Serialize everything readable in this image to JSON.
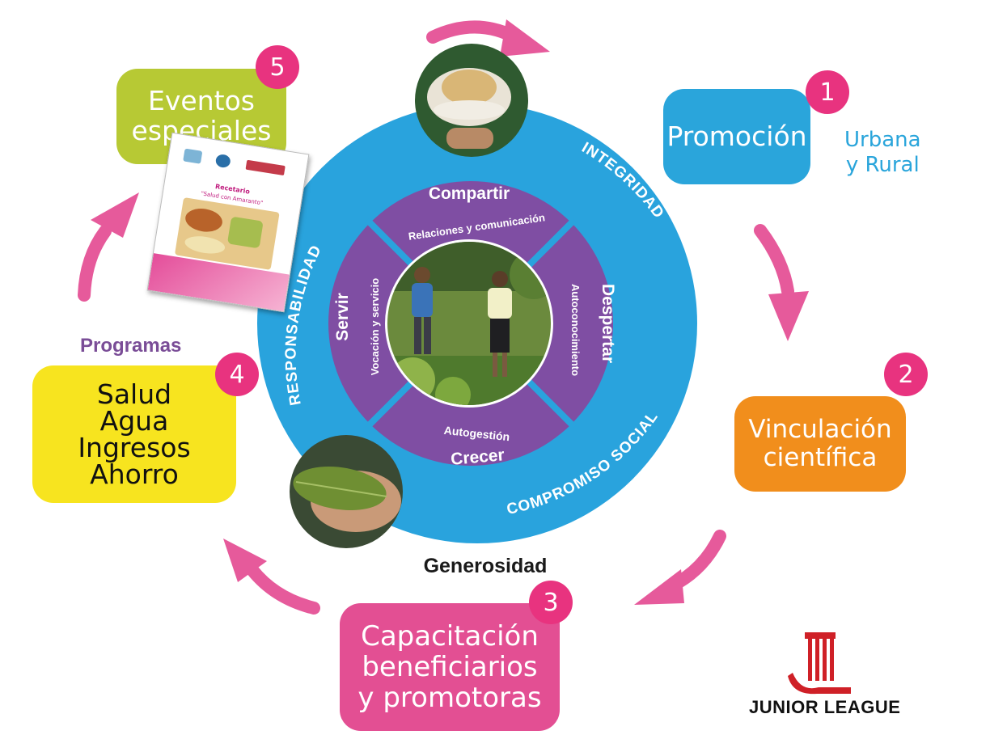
{
  "steps": [
    {
      "number": "1",
      "lines": [
        "Promoción"
      ],
      "color": "#2aa5db"
    },
    {
      "number": "2",
      "lines": [
        "Vinculación",
        "científica"
      ],
      "color": "#f18e1c"
    },
    {
      "number": "3",
      "lines": [
        "Capacitación",
        "beneficiarios",
        "y promotoras"
      ],
      "color": "#e34f93"
    },
    {
      "number": "4",
      "lines": [
        "Salud",
        "Agua",
        "Ingresos",
        "Ahorro"
      ],
      "color": "#f7e41f"
    },
    {
      "number": "5",
      "lines": [
        "Eventos",
        "especiales"
      ],
      "color": "#b7c934"
    }
  ],
  "promocion_note": [
    "Urbana",
    "y Rural"
  ],
  "programas_label": "Programas",
  "center": {
    "top": {
      "title": "Compartir",
      "subtitle": "Relaciones y comunicación"
    },
    "right": {
      "title": "Despertar",
      "subtitle": "Autoconocimiento"
    },
    "bottom": {
      "title": "Crecer",
      "subtitle": "Autogestión"
    },
    "left": {
      "title": "Servir",
      "subtitle": "Vocación y servicio"
    }
  },
  "ring_values": {
    "integridad": "INTEGRIDAD",
    "compromiso": "COMPROMISO SOCIAL",
    "responsabilidad": "RESPONSABILIDAD"
  },
  "generosidad": "Generosidad",
  "booklet": {
    "title": "Recetario",
    "subtitle": "\"Salud con Amaranto\""
  },
  "logo": {
    "name": "JUNIOR LEAGUE",
    "mark": "JL"
  },
  "colors": {
    "ring": "#29a3dd",
    "segment": "#7f4ea3",
    "arrow": "#e65a9b",
    "badge": "#e8337f",
    "programas": "#7a4d97"
  }
}
